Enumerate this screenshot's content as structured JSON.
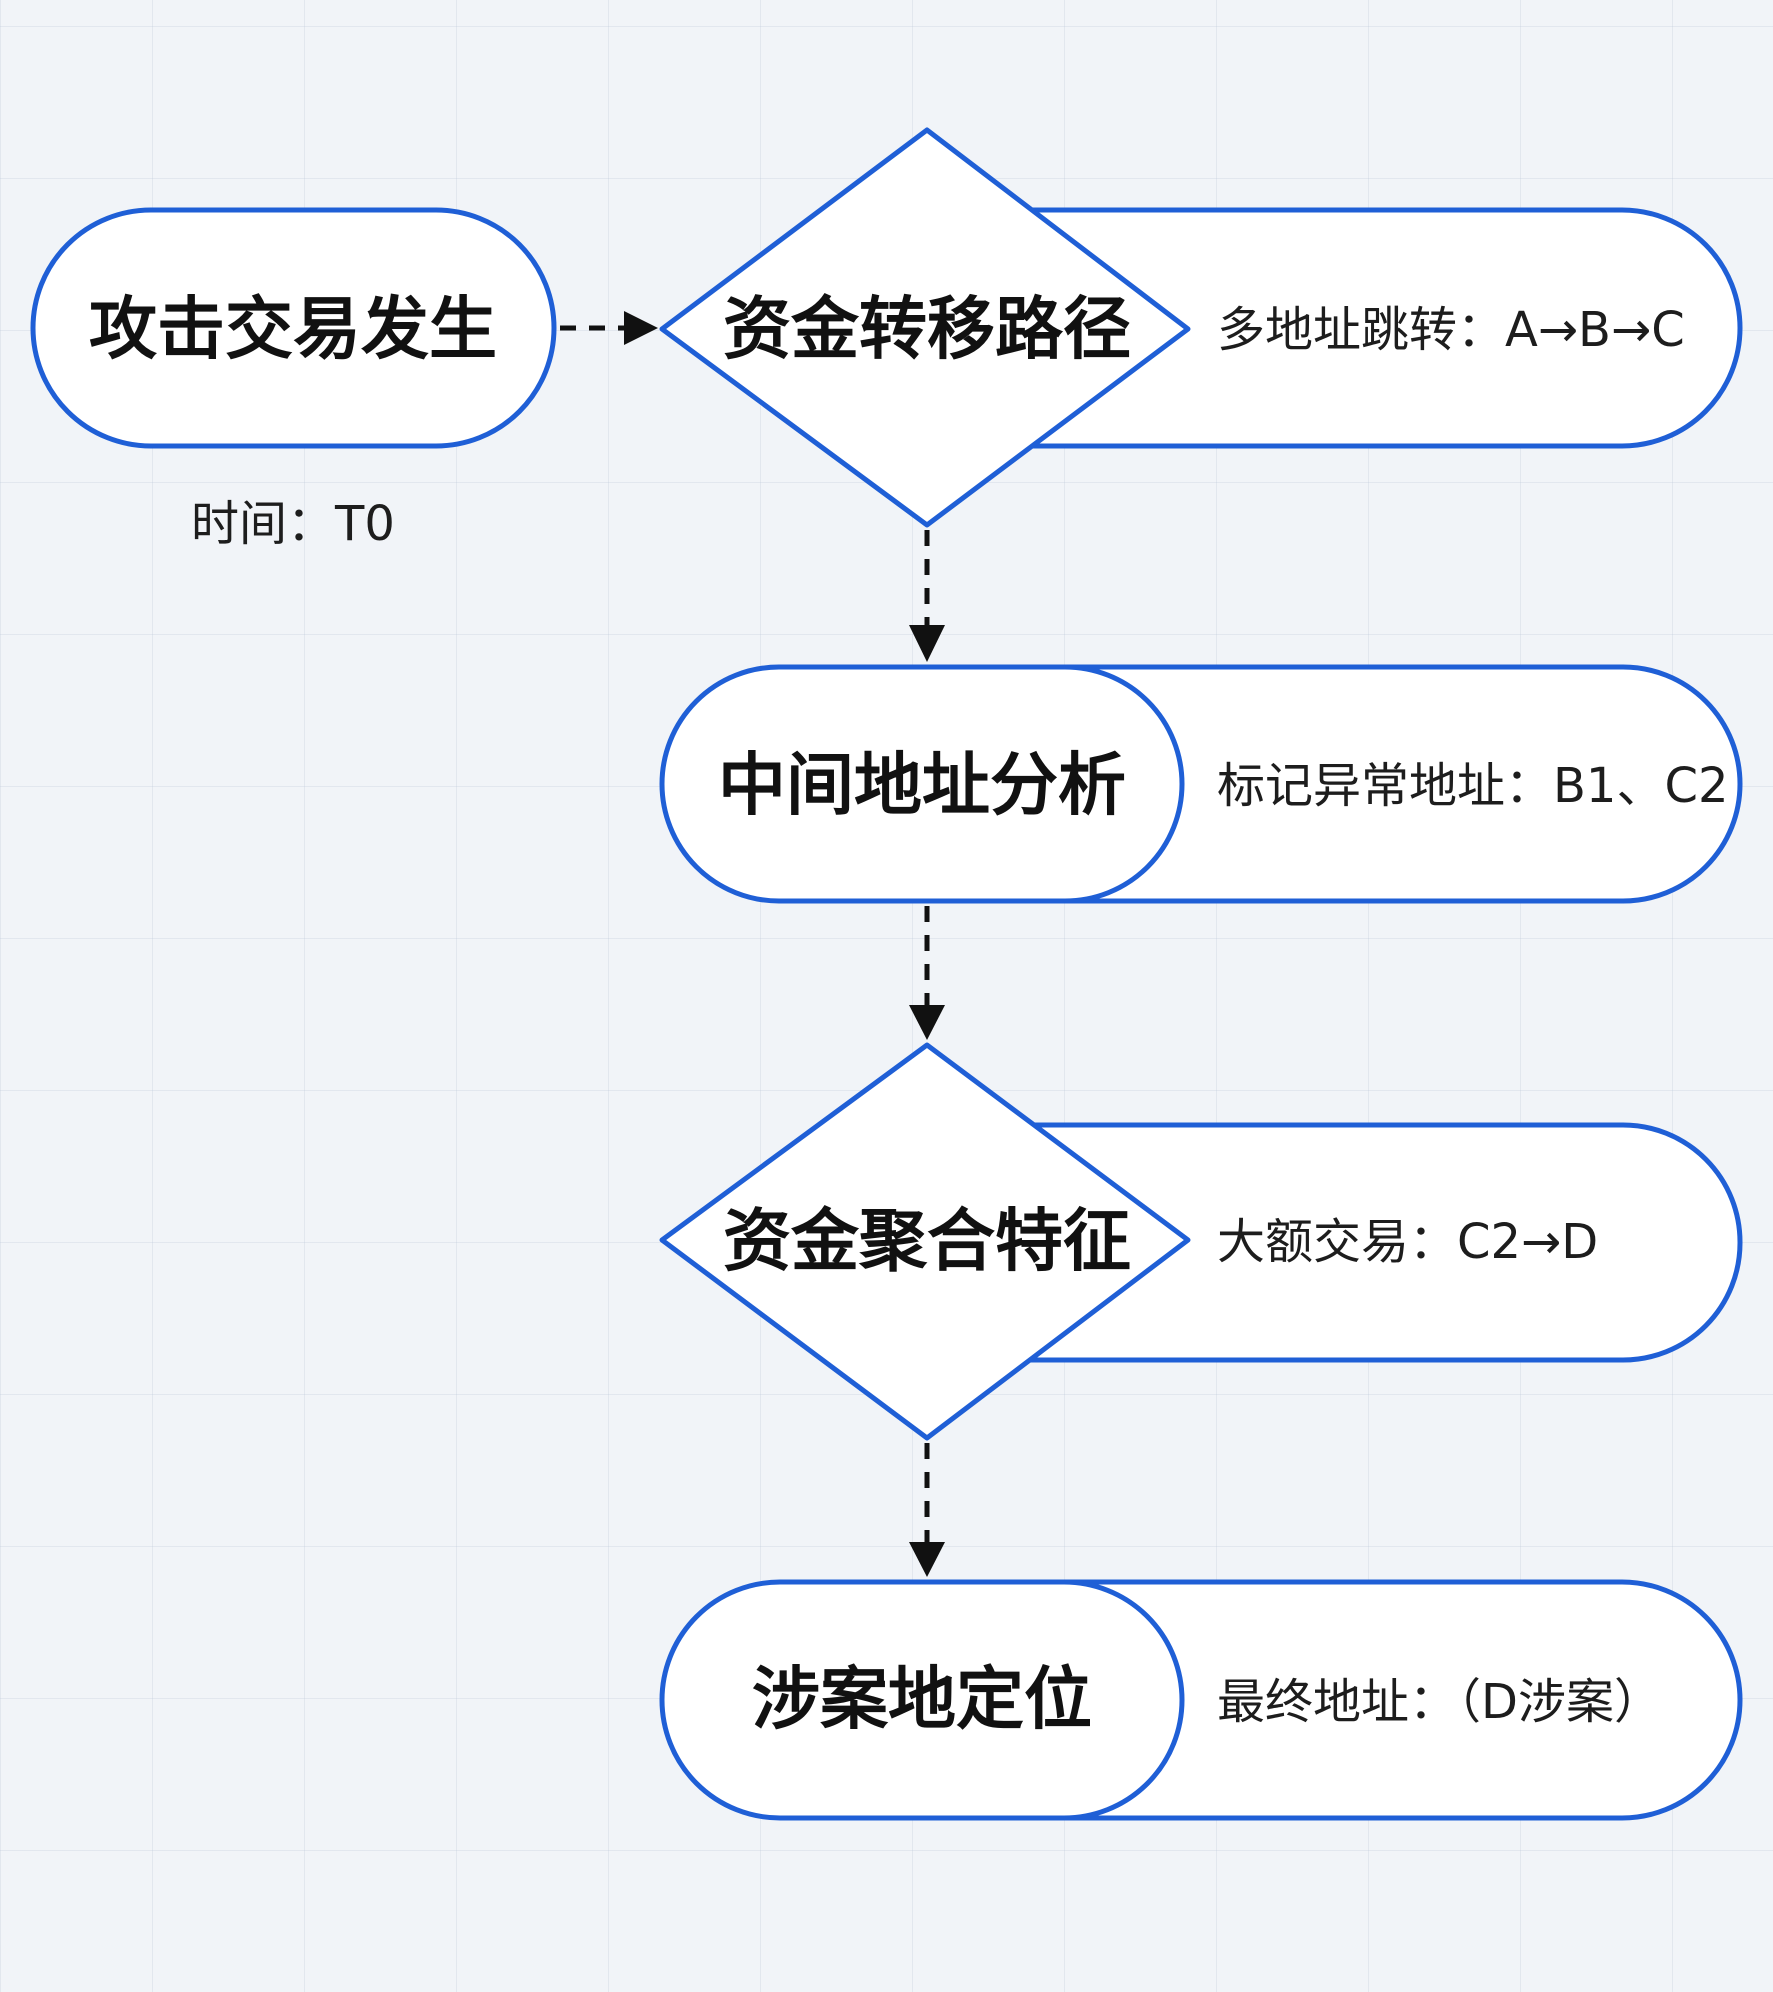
{
  "nodes": {
    "start": {
      "label": "攻击交易发生",
      "note": "时间：T0"
    },
    "transfer_path": {
      "label": "资金转移路径",
      "detail": "多地址跳转：A→B→C"
    },
    "intermediate": {
      "label": "中间地址分析",
      "detail": "标记异常地址：B1、C2"
    },
    "aggregation": {
      "label": "资金聚合特征",
      "detail": "大额交易：C2→D"
    },
    "locate": {
      "label": "涉案地定位",
      "detail": "最终地址：（D涉案）"
    }
  },
  "colors": {
    "node_border": "#1f5fd6",
    "node_fill": "#ffffff",
    "connector": "#111111",
    "background": "#f1f4f8"
  }
}
